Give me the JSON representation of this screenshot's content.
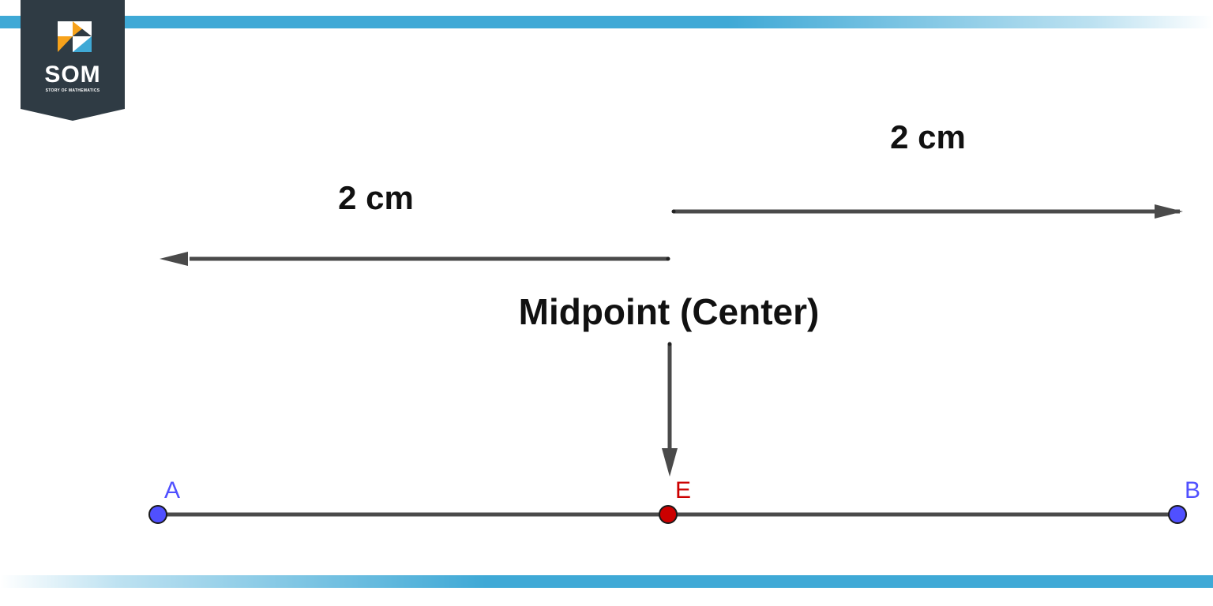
{
  "logo": {
    "title": "SOM",
    "subtitle": "STORY OF MATHEMATICS"
  },
  "measures": {
    "left_length": "2 cm",
    "right_length": "2 cm"
  },
  "callout": "Midpoint (Center)",
  "points": {
    "a": "A",
    "e": "E",
    "b": "B"
  },
  "colors": {
    "band": "#3fa9d6",
    "logo_bg": "#2f3b44",
    "logo_orange": "#f7a21b",
    "logo_blue": "#3fa9d6",
    "endpoint": "#5050ff",
    "midpoint": "#cc0000",
    "line": "#4a4a4a"
  }
}
